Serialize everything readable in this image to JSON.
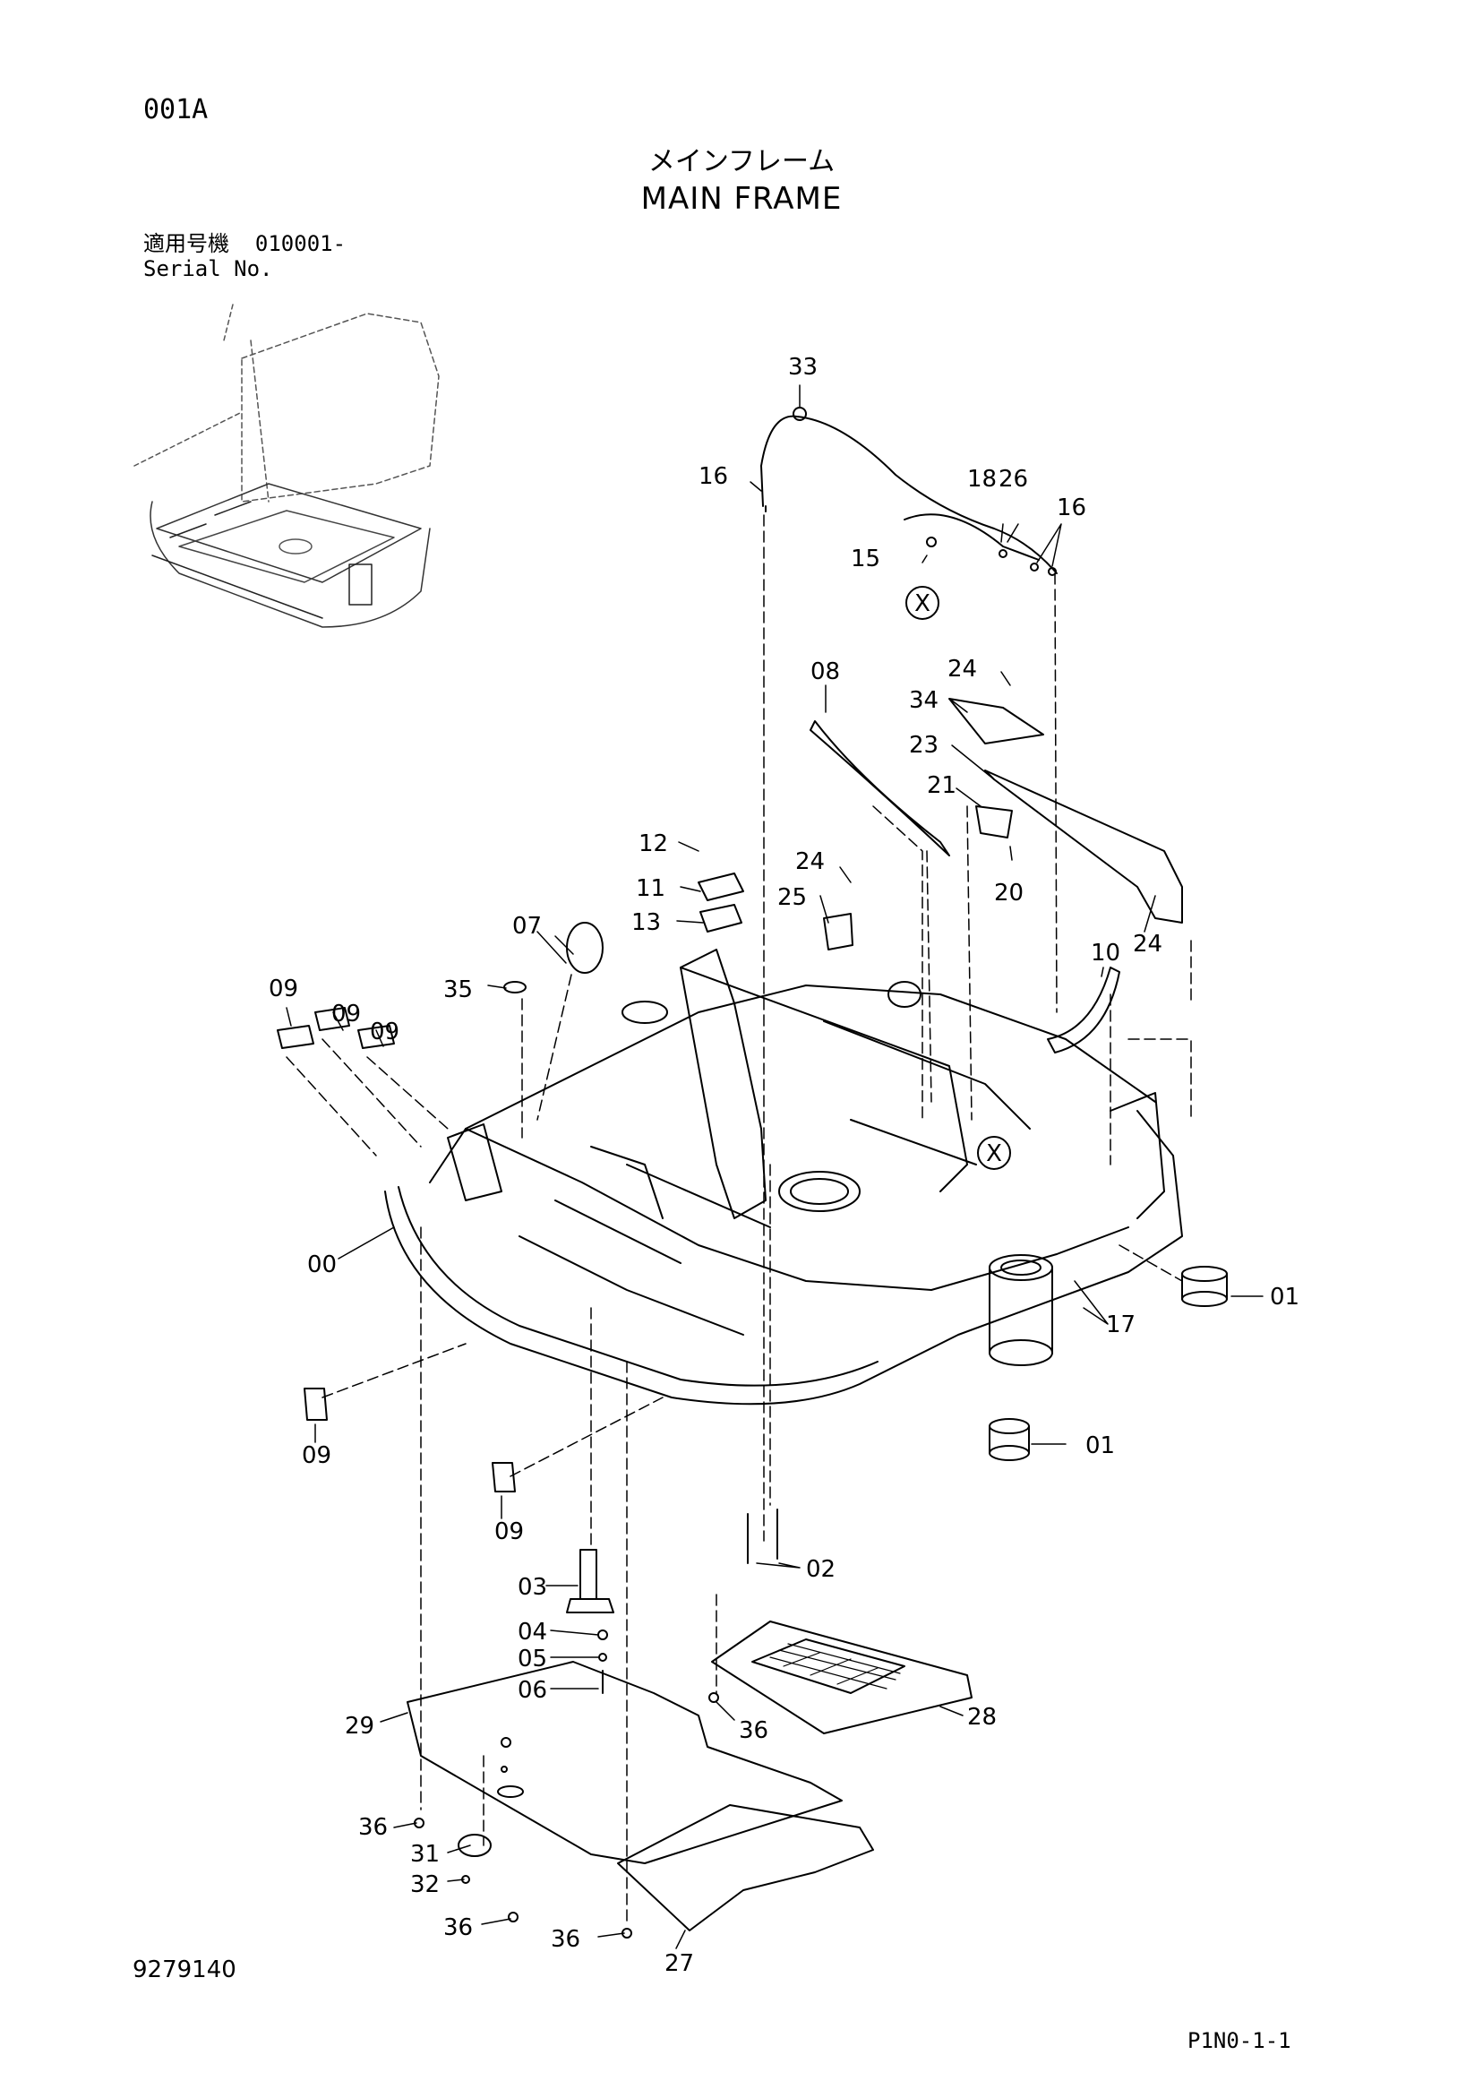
{
  "page_code": "001A",
  "title_jp": "メインフレーム",
  "title_en": "MAIN FRAME",
  "serial": {
    "label_jp": "適用号機",
    "number": "010001-",
    "label_en": "Serial No."
  },
  "drawing_number": "9279140",
  "sheet_ref": "P1N0-1-1",
  "detail_marker": "X",
  "callouts": [
    "33",
    "16",
    "18",
    "26",
    "16",
    "15",
    "08",
    "24",
    "34",
    "23",
    "21",
    "20",
    "12",
    "24",
    "11",
    "25",
    "13",
    "07",
    "10",
    "24",
    "35",
    "09",
    "09",
    "09",
    "00",
    "01",
    "17",
    "01",
    "09",
    "09",
    "03",
    "02",
    "04",
    "05",
    "06",
    "29",
    "28",
    "36",
    "36",
    "31",
    "32",
    "36",
    "36",
    "27"
  ]
}
